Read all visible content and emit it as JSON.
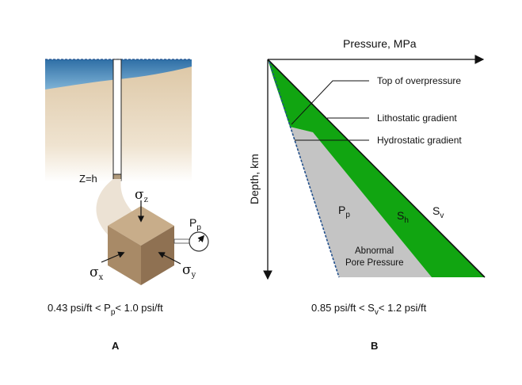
{
  "panel_a": {
    "depth_label": "Z=h",
    "sigma_z": {
      "symbol": "σ",
      "sub": "z"
    },
    "sigma_x": {
      "symbol": "σ",
      "sub": "x"
    },
    "sigma_y": {
      "symbol": "σ",
      "sub": "y"
    },
    "pore_pressure": {
      "symbol": "P",
      "sub": "p"
    },
    "caption": {
      "pre": "0.43 psi/ft < P",
      "sub": "p",
      "post": "< 1.0 psi/ft"
    },
    "letter": "A"
  },
  "panel_b": {
    "x_axis_label": "Pressure, MPa",
    "y_axis_label": "Depth, km",
    "callouts": {
      "top_overpressure": "Top of overpressure",
      "lithostatic": "Lithostatic gradient",
      "hydrostatic": "Hydrostatic gradient"
    },
    "pp_label": {
      "symbol": "P",
      "sub": "p"
    },
    "sh_label": {
      "symbol": "S",
      "sub": "h"
    },
    "sv_label": {
      "symbol": "S",
      "sub": "v"
    },
    "zone_label_line1": "Abnormal",
    "zone_label_line2": "Pore Pressure",
    "caption": {
      "pre": "0.85 psi/ft < S",
      "sub": "v",
      "post": "< 1.2 psi/ft"
    },
    "letter": "B",
    "colors": {
      "green": "#11a511",
      "gray": "#c4c4c4",
      "hydrostatic_line": "#1f4e8c"
    }
  }
}
